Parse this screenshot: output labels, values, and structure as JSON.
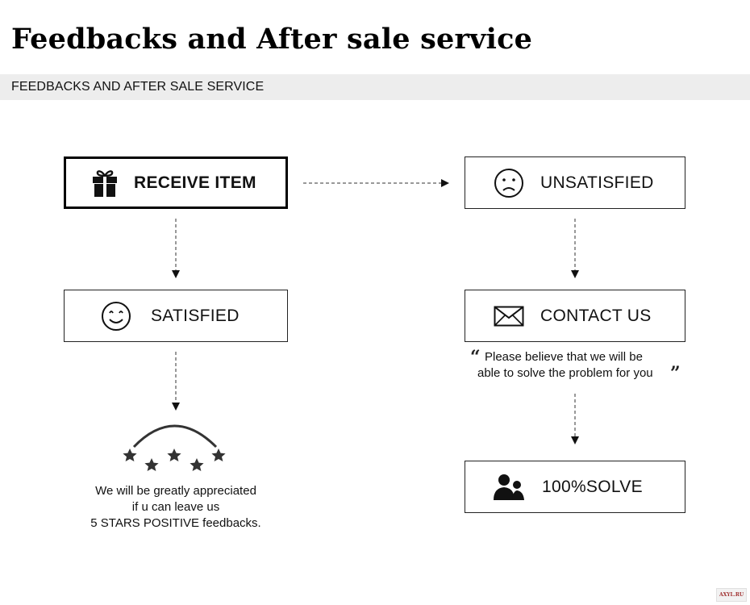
{
  "header": {
    "title": "Feedbacks and After sale service",
    "subtitle_bar": "FEEDBACKS AND AFTER SALE SERVICE"
  },
  "flow": {
    "receive_item": {
      "label": "RECEIVE ITEM",
      "icon": "gift-icon"
    },
    "unsatisfied": {
      "label": "UNSATISFIED",
      "icon": "frown-face-icon"
    },
    "satisfied": {
      "label": "SATISFIED",
      "icon": "smile-face-icon"
    },
    "contact_us": {
      "label": "CONTACT US",
      "icon": "envelope-icon"
    },
    "solve": {
      "label": "100%SOLVE",
      "icon": "people-icon"
    }
  },
  "notes": {
    "contact_line1": "Please believe that we will be",
    "contact_line2": "able to solve the problem for you",
    "open_quote": "“",
    "close_quote": "”",
    "stars_line1": "We will be greatly appreciated",
    "stars_line2": "if u can leave us",
    "stars_line3": "5 STARS POSITIVE feedbacks."
  },
  "rating": {
    "stars": 5
  },
  "watermark": "AXYL.RU",
  "colors": {
    "border": "#222222",
    "bar": "#ededed",
    "text": "#111111"
  }
}
